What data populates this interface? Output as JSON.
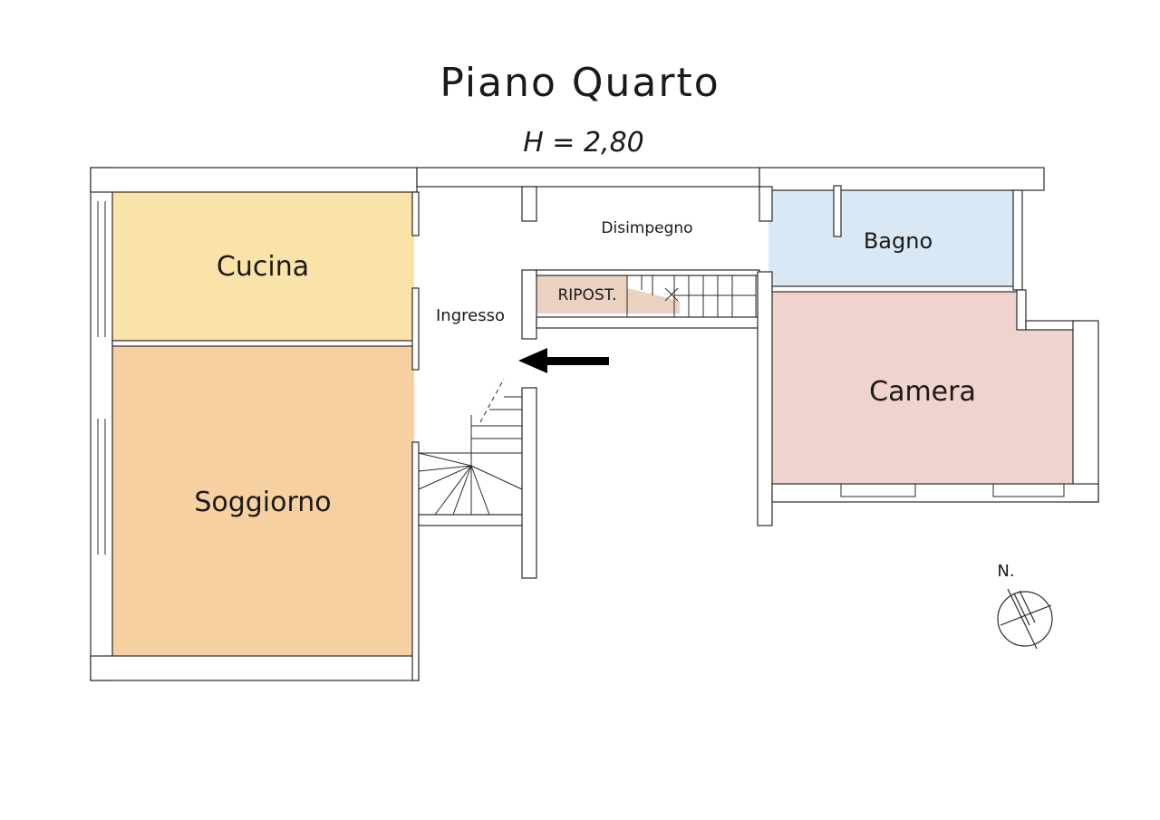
{
  "header": {
    "title": "Piano Quarto",
    "height": "H = 2,80"
  },
  "rooms": {
    "cucina": {
      "label": "Cucina",
      "color": "#f9e3a8"
    },
    "soggiorno": {
      "label": "Soggiorno",
      "color": "#f6d0a0"
    },
    "ingresso": {
      "label": "Ingresso"
    },
    "disimpegno": {
      "label": "Disimpegno"
    },
    "ripostiglio": {
      "label": "RIPOST.",
      "color": "#ebd2c0"
    },
    "bagno": {
      "label": "Bagno",
      "color": "#d9e8f5"
    },
    "camera": {
      "label": "Camera",
      "color": "#f1d3cd"
    }
  },
  "compass": {
    "label": "N."
  },
  "colors": {
    "wall": "#7b8490",
    "line": "#2a2a2a"
  }
}
